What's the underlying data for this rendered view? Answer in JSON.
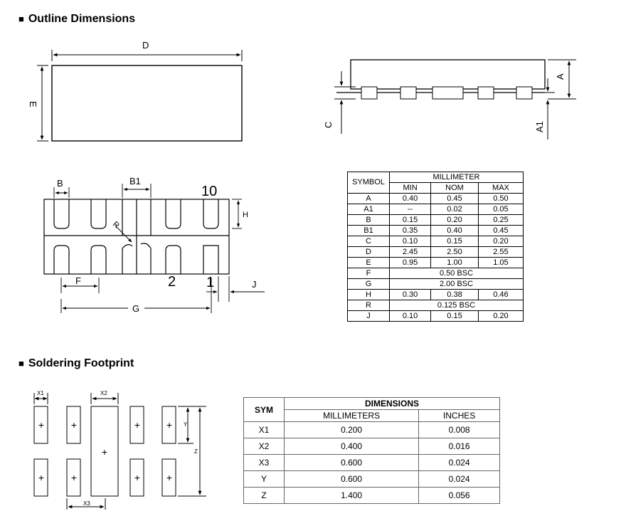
{
  "headings": {
    "outline": "Outline Dimensions",
    "soldering": "Soldering Footprint",
    "bullet": "■"
  },
  "top_view": {
    "d_label": "D",
    "e_label": "E"
  },
  "side_view": {
    "a_label": "A",
    "a1_label": "A1",
    "c_label": "C"
  },
  "bottom_view": {
    "b": "B",
    "b1": "B1",
    "pin10": "10",
    "h": "H",
    "r": "R",
    "f": "F",
    "pin2": "2",
    "pin1": "1",
    "j": "J",
    "g": "G"
  },
  "dim_table": {
    "symbol_header": "SYMBOL",
    "unit_header": "MILLIMETER",
    "min": "MIN",
    "nom": "NOM",
    "max": "MAX",
    "rows": [
      {
        "sym": "A",
        "min": "0.40",
        "nom": "0.45",
        "max": "0.50"
      },
      {
        "sym": "A1",
        "min": "--",
        "nom": "0.02",
        "max": "0.05"
      },
      {
        "sym": "B",
        "min": "0.15",
        "nom": "0.20",
        "max": "0.25"
      },
      {
        "sym": "B1",
        "min": "0.35",
        "nom": "0.40",
        "max": "0.45"
      },
      {
        "sym": "C",
        "min": "0.10",
        "nom": "0.15",
        "max": "0.20"
      },
      {
        "sym": "D",
        "min": "2.45",
        "nom": "2.50",
        "max": "2.55"
      },
      {
        "sym": "E",
        "min": "0.95",
        "nom": "1.00",
        "max": "1.05"
      },
      {
        "sym": "F",
        "span": "0.50 BSC"
      },
      {
        "sym": "G",
        "span": "2.00 BSC"
      },
      {
        "sym": "H",
        "min": "0.30",
        "nom": "0.38",
        "max": "0.46"
      },
      {
        "sym": "R",
        "span": "0.125 BSC"
      },
      {
        "sym": "J",
        "min": "0.10",
        "nom": "0.15",
        "max": "0.20"
      }
    ]
  },
  "footprint_drawing": {
    "x1": "X1",
    "x2": "X2",
    "x3": "X3",
    "y": "Y",
    "z": "Z",
    "plus": "+"
  },
  "fp_table": {
    "sym_header": "SYM",
    "dimensions_header": "DIMENSIONS",
    "mm_header": "MILLIMETERS",
    "in_header": "INCHES",
    "rows": [
      {
        "sym": "X1",
        "mm": "0.200",
        "in": "0.008"
      },
      {
        "sym": "X2",
        "mm": "0.400",
        "in": "0.016"
      },
      {
        "sym": "X3",
        "mm": "0.600",
        "in": "0.024"
      },
      {
        "sym": "Y",
        "mm": "0.600",
        "in": "0.024"
      },
      {
        "sym": "Z",
        "mm": "1.400",
        "in": "0.056"
      }
    ]
  }
}
